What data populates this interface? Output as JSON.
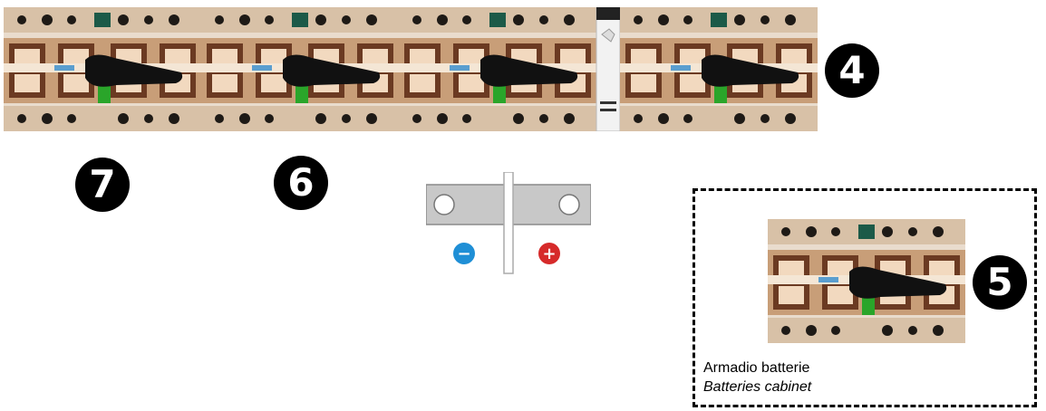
{
  "badges": {
    "top_right": "4",
    "cabinet": "5",
    "middle": "6",
    "left": "7"
  },
  "busbar": {
    "minus_symbol": "−",
    "plus_symbol": "+"
  },
  "cabinet": {
    "label_it": "Armadio batterie",
    "label_en": "Batteries cabinet"
  },
  "colors": {
    "minus": "#1f8fd6",
    "plus": "#d62a2a",
    "handle": "#111111",
    "green": "#2aa52a"
  },
  "icons": [
    "disconnector-switch-icon",
    "busbar-icon",
    "minus-terminal-icon",
    "plus-terminal-icon"
  ]
}
